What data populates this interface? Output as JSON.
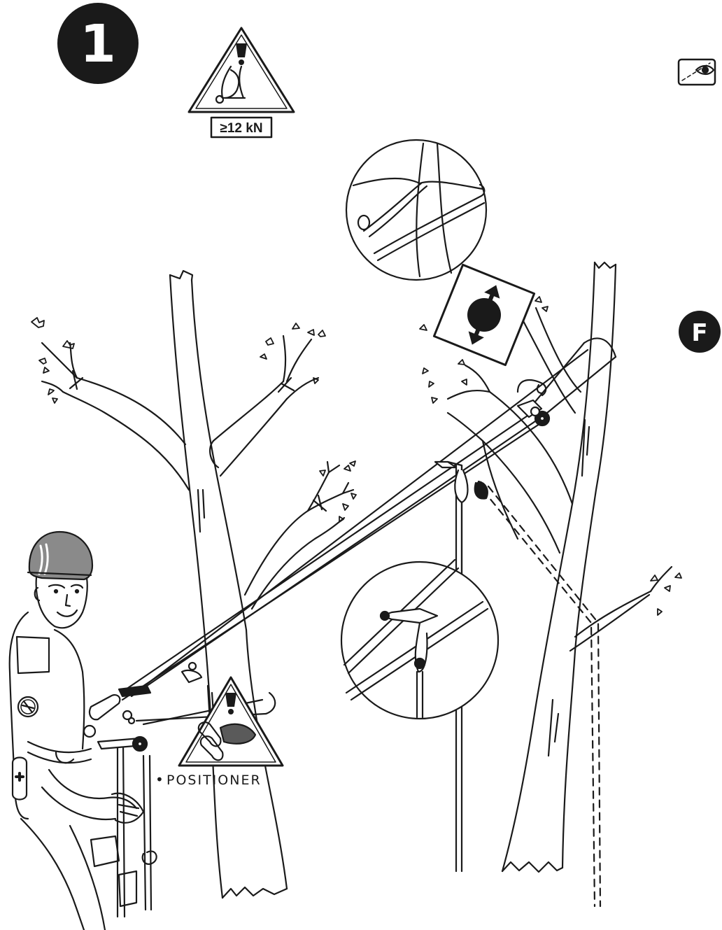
{
  "step": {
    "number": "1"
  },
  "warning_strength": {
    "text": "≥12 kN"
  },
  "side_badge": {
    "letter": "F"
  },
  "product": {
    "bullet": "•",
    "name": "Positioner"
  },
  "colors": {
    "ink": "#1a1a1a",
    "paper": "#ffffff",
    "helmet": "#8a8a8a"
  },
  "icons": [
    "step-badge-icon",
    "warning-anchor-icon",
    "inspect-eye-icon",
    "side-badge-icon",
    "move-arrow-icon",
    "warning-carabiner-icon"
  ]
}
